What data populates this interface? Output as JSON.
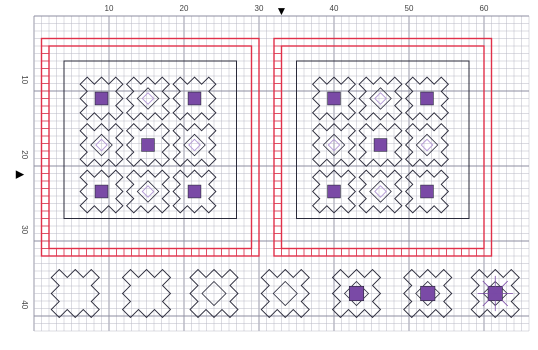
{
  "grid": {
    "columns": 66,
    "rows": 42,
    "line_color": "#b9b9c6",
    "major_line_color": "#8e8ea0"
  },
  "axis": {
    "top_labels": [
      "10",
      "20",
      "30",
      "40",
      "50",
      "60"
    ],
    "left_labels": [
      "10",
      "20",
      "30",
      "40"
    ],
    "center_marker_top": "▼",
    "center_marker_left": "▶"
  },
  "colors": {
    "border_red": "#e0304a",
    "outline": "#2a2a3a",
    "accent_purple": "#7a4aa6",
    "light_purple": "#b59bd6"
  },
  "panels": [
    {
      "name": "left-pattern-panel",
      "motif_count": 9,
      "filled_centers": 5
    },
    {
      "name": "right-pattern-panel",
      "motif_count": 9,
      "filled_centers": 5
    }
  ],
  "samples": [
    {
      "name": "sample-motif-1-outline",
      "fill": false
    },
    {
      "name": "sample-motif-2-petals",
      "fill": false
    },
    {
      "name": "sample-motif-3-cross",
      "fill": false
    },
    {
      "name": "sample-motif-4-inner-square",
      "fill": false
    },
    {
      "name": "sample-motif-5-filled-center",
      "fill": true
    },
    {
      "name": "sample-motif-6-star",
      "fill": true
    },
    {
      "name": "sample-motif-7-full",
      "fill": true
    }
  ]
}
